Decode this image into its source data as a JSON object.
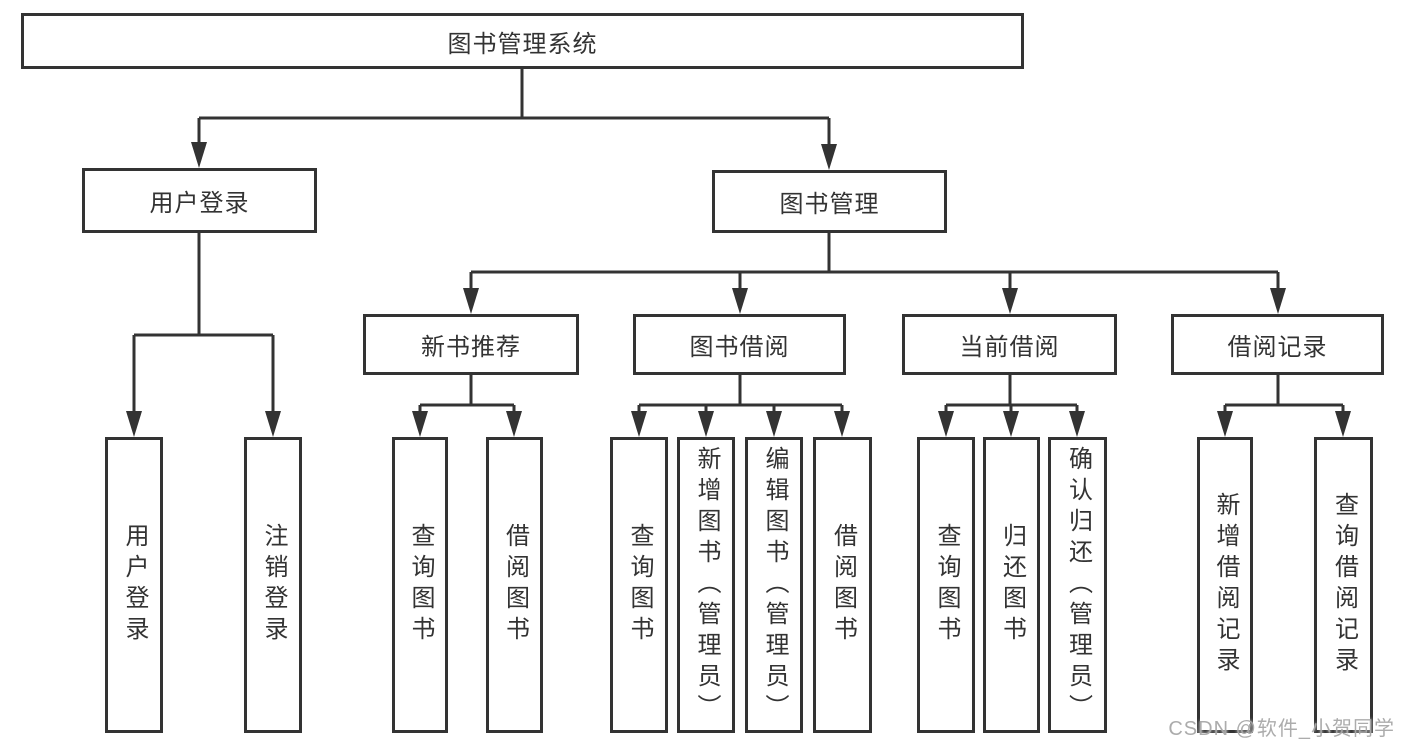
{
  "nodes": {
    "root": "图书管理系统",
    "user_login": "用户登录",
    "book_mgmt": "图书管理",
    "new_rec": "新书推荐",
    "book_borrow": "图书借阅",
    "current_borrow": "当前借阅",
    "borrow_record": "借阅记录",
    "ul_login": "用户登录",
    "ul_logout": "注销登录",
    "nr_query": "查询图书",
    "nr_borrow": "借阅图书",
    "bb_query": "查询图书",
    "bb_add": "新增图书（管理员）",
    "bb_edit": "编辑图书（管理员）",
    "bb_borrow": "借阅图书",
    "cb_query": "查询图书",
    "cb_return": "归还图书",
    "cb_confirm": "确认归还（管理员）",
    "br_add": "新增借阅记录",
    "br_query": "查询借阅记录"
  },
  "watermark": "CSDN @软件_小贺同学",
  "colors": {
    "line": "#333333",
    "text": "#333333",
    "box_background": "#ffffff",
    "watermark": "#a8a8a8",
    "background": "#ffffff"
  }
}
